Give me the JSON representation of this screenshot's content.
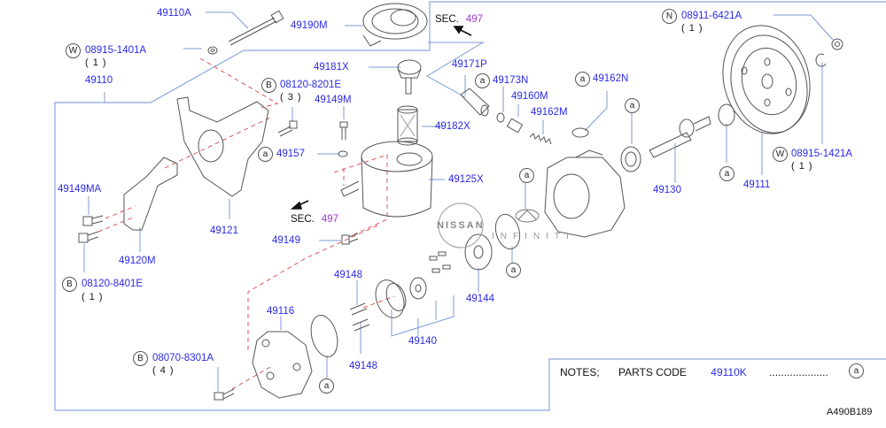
{
  "diagram": {
    "figure_id": "A490B189",
    "accent_color": "#2a2ae6",
    "section_color": "#9a3ad6",
    "leader_color": "#7b9bd6",
    "assembly_line_color": "#e05555",
    "brand_logos": {
      "nissan": "NISSAN",
      "infiniti": "INFINITI"
    },
    "section_refs": [
      {
        "label": "SEC.",
        "number": "497",
        "position": "top"
      },
      {
        "label": "SEC.",
        "number": "497",
        "position": "left"
      }
    ],
    "parts": [
      {
        "id": "p49110A",
        "code": "49110A"
      },
      {
        "id": "p49190M",
        "code": "49190M"
      },
      {
        "id": "p08915_1401A",
        "code": "08915-1401A",
        "badge": "W",
        "qty": "( 1 )"
      },
      {
        "id": "p49110",
        "code": "49110"
      },
      {
        "id": "p08120_8201E",
        "code": "08120-8201E",
        "badge": "B",
        "qty": "( 3 )"
      },
      {
        "id": "p49181X",
        "code": "49181X"
      },
      {
        "id": "p49171P",
        "code": "49171P"
      },
      {
        "id": "p49173N",
        "code": "49173N",
        "badge": "a"
      },
      {
        "id": "p49160M",
        "code": "49160M"
      },
      {
        "id": "p49162M",
        "code": "49162M"
      },
      {
        "id": "p49162N",
        "code": "49162N",
        "badge": "a"
      },
      {
        "id": "p49149M",
        "code": "49149M"
      },
      {
        "id": "p49182X",
        "code": "49182X"
      },
      {
        "id": "p49157",
        "code": "49157",
        "badge": "a"
      },
      {
        "id": "p49125X",
        "code": "49125X"
      },
      {
        "id": "p49149MA",
        "code": "49149MA"
      },
      {
        "id": "p49121",
        "code": "49121"
      },
      {
        "id": "p49120M",
        "code": "49120M"
      },
      {
        "id": "p49149",
        "code": "49149"
      },
      {
        "id": "p08120_8401E",
        "code": "08120-8401E",
        "badge": "B",
        "qty": "( 1 )"
      },
      {
        "id": "p49148a",
        "code": "49148"
      },
      {
        "id": "p49148b",
        "code": "49148"
      },
      {
        "id": "p49116",
        "code": "49116"
      },
      {
        "id": "p49144",
        "code": "49144"
      },
      {
        "id": "p49140",
        "code": "49140"
      },
      {
        "id": "p08070_8301A",
        "code": "08070-8301A",
        "badge": "B",
        "qty": "( 4 )"
      },
      {
        "id": "p08911_6421A",
        "code": "08911-6421A",
        "badge": "N",
        "qty": "( 1 )"
      },
      {
        "id": "p49130",
        "code": "49130"
      },
      {
        "id": "p49111",
        "code": "49111"
      },
      {
        "id": "p08915_1421A",
        "code": "08915-1421A",
        "badge": "W",
        "qty": "( 1 )"
      }
    ],
    "kit_markers": [
      "a",
      "a",
      "a",
      "a",
      "a",
      "a"
    ],
    "notes": {
      "label": "NOTES;",
      "parts_code_label": "PARTS  CODE",
      "code": "49110K",
      "dots": "....................",
      "marker": "a"
    }
  }
}
